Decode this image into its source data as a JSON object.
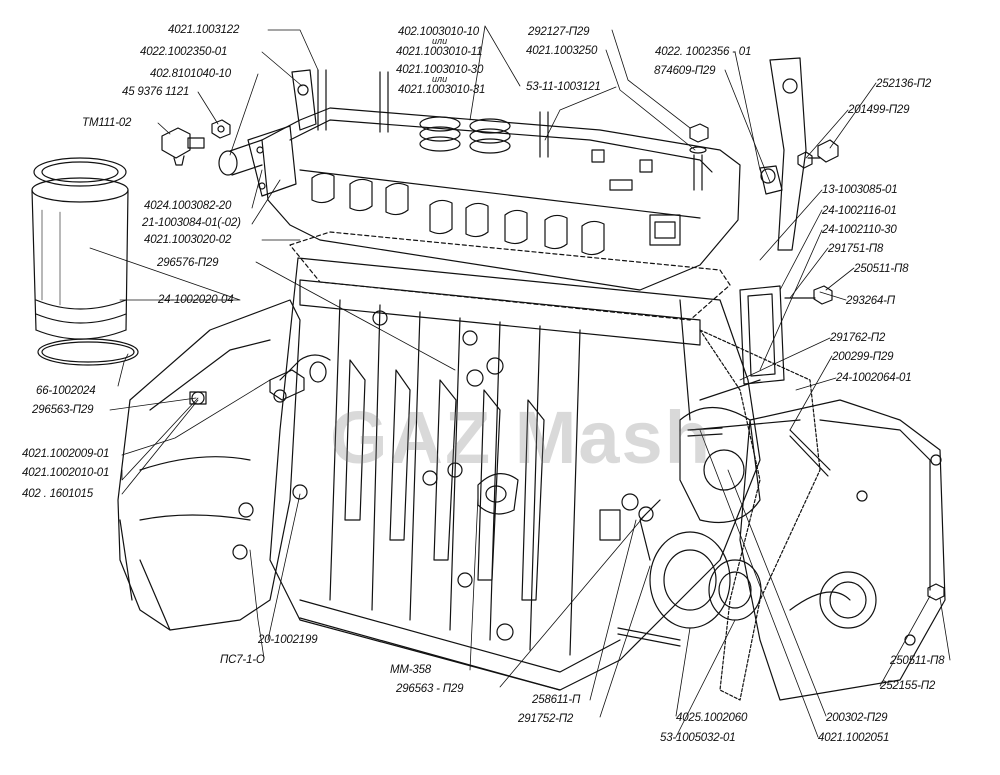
{
  "watermark": "GAZ Mash",
  "colors": {
    "ink": "#111111",
    "watermark": "#9a9a9a"
  },
  "labels": {
    "l01": "4021.1003122",
    "l02": "4022.1002350-01",
    "l03": "402.8101040-10",
    "l04": "45 9376 1121",
    "l05": "ТМ111-02",
    "l06": "4024.1003082-20",
    "l07": "21-1003084-01(-02)",
    "l08": "4021.1003020-02",
    "l09": "296576-П29",
    "l10": "24-1002020-04",
    "l11": "66-1002024",
    "l12": "296563-П29",
    "l13": "4021.1002009-01",
    "l14": "4021.1002010-01",
    "l15": "402 . 1601015",
    "l16": "20-1002199",
    "l17": "ПС7-1-О",
    "l18": "ММ-358",
    "l19": "296563 - П29",
    "l20": "258611-П",
    "l21": "291752-П2",
    "l22": "402.1003010-10",
    "l22b": "или",
    "l23": "4021.1003010-11",
    "l24": "4021.1003010-30",
    "l24b": "или",
    "l25": "4021.1003010-31",
    "l26": "292127-П29",
    "l27": "4021.1003250",
    "l28": "53-11-1003121",
    "l29": "4022. 1002356 - 01",
    "l30": "874609-П29",
    "l31": "252136-П2",
    "l32": "201499-П29",
    "l33": "13-1003085-01",
    "l34": "24-1002116-01",
    "l35": "24-1002110-30",
    "l36": "291751-П8",
    "l37": "250511-П8",
    "l38": "293264-П",
    "l39": "291762-П2",
    "l40": "200299-П29",
    "l41": "24-1002064-01",
    "l42": "250511-П8",
    "l43": "252155-П2",
    "l44": "4025.1002060",
    "l45": "200302-П29",
    "l46": "53-1005032-01",
    "l47": "4021.1002051"
  }
}
